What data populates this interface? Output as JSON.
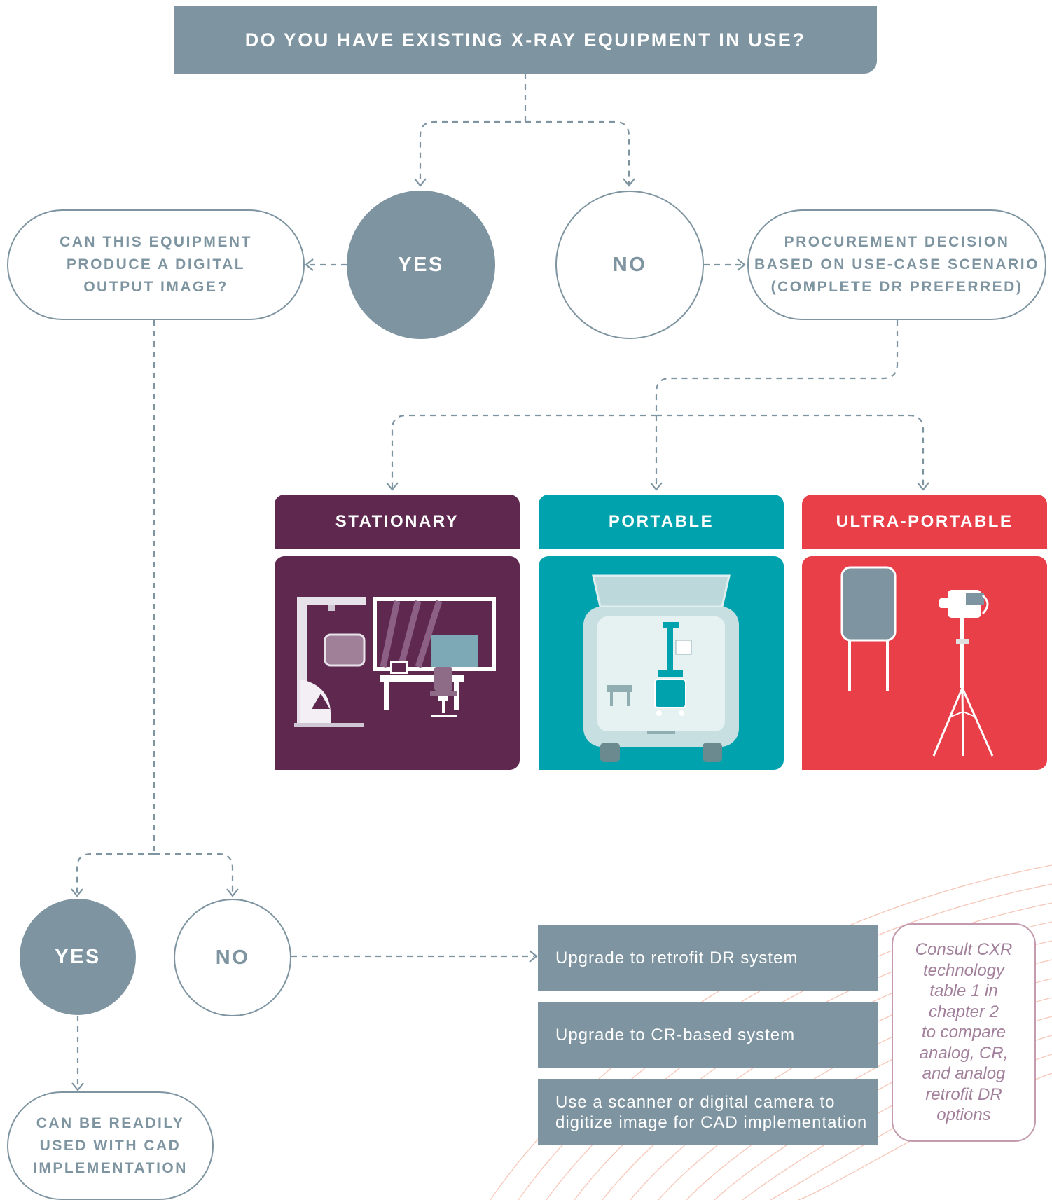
{
  "title": "DO YOU HAVE EXISTING X-RAY EQUIPMENT IN USE?",
  "top_yes": "YES",
  "top_no": "NO",
  "digital_question": [
    "CAN THIS EQUIPMENT",
    "PRODUCE A DIGITAL",
    "OUTPUT IMAGE?"
  ],
  "procurement": [
    "PROCUREMENT DECISION",
    "BASED ON USE-CASE SCENARIO",
    "(COMPLETE DR PREFERRED)"
  ],
  "categories": [
    {
      "label": "STATIONARY",
      "color": "#5e284f",
      "icon": "stationary-xray-room-illustration"
    },
    {
      "label": "PORTABLE",
      "color": "#00a3ad",
      "icon": "xray-van-illustration"
    },
    {
      "label": "ULTRA-PORTABLE",
      "color": "#e93f48",
      "icon": "handheld-xray-tripod-illustration"
    }
  ],
  "bottom_yes": "YES",
  "bottom_no": "NO",
  "cad_ready": [
    "CAN BE READILY",
    "USED WITH CAD",
    "IMPLEMENTATION"
  ],
  "options": [
    [
      "Upgrade to retrofit DR system"
    ],
    [
      "Upgrade to CR-based system"
    ],
    [
      "Use a scanner or digital camera to",
      "digitize image for CAD implementation"
    ]
  ],
  "note": [
    "Consult CXR",
    "technology",
    "table 1 in",
    "chapter 2",
    "to compare",
    "analog, CR,",
    "and analog",
    "retrofit DR",
    "options"
  ],
  "colors": {
    "slate": "#7e95a1",
    "stationary": "#5e284f",
    "portable": "#00a3ad",
    "ultra_portable": "#e93f48",
    "note_border": "#c39aae",
    "note_text": "#a2809b",
    "arcs": "#f6c7b8"
  }
}
